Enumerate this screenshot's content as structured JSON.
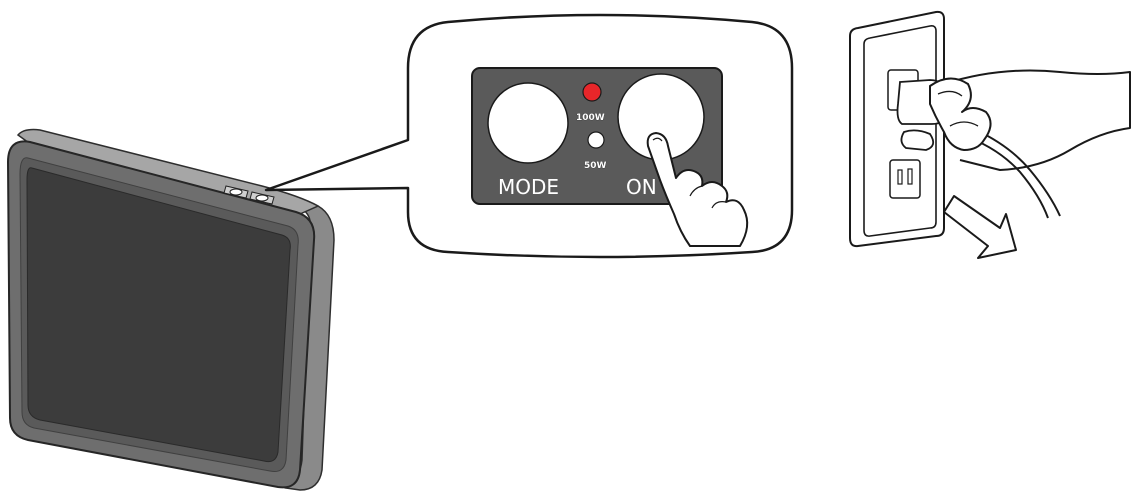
{
  "control_panel": {
    "mode_label": "MODE",
    "power_label": "ON",
    "level_high_label": "100W",
    "level_low_label": "50W",
    "indicator_active_color": "#e8262a",
    "indicator_inactive_color": "#ffffff",
    "panel_color": "#5a5a5a"
  },
  "device": {
    "screen_color": "#3c3c3c",
    "bezel_color": "#6e6e6e"
  },
  "icons": [
    "hand-pressing-icon",
    "wall-outlet-icon",
    "hand-unplugging-icon",
    "pull-arrow-icon"
  ]
}
